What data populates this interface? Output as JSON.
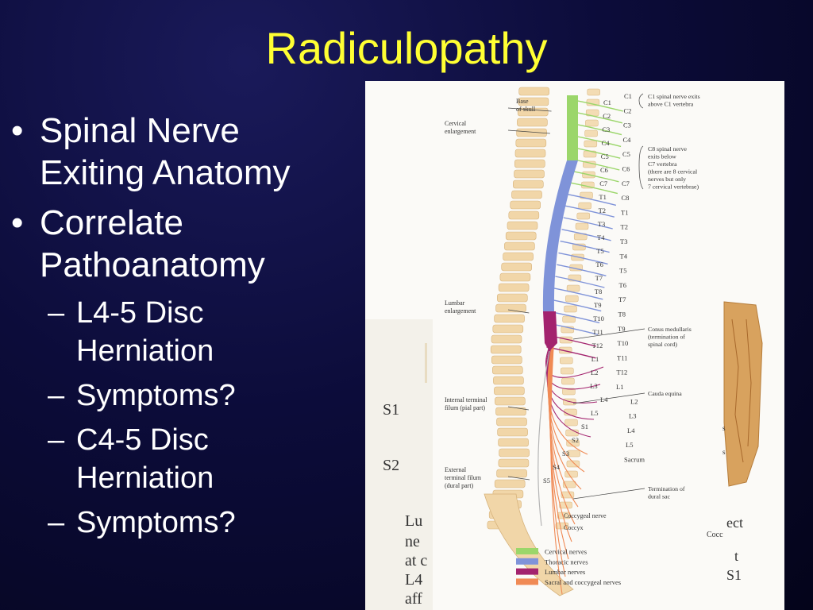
{
  "slide": {
    "title": "Radiculopathy",
    "bullets": [
      {
        "text": "Spinal Nerve Exiting Anatomy",
        "lines": [
          "Spinal Nerve",
          "Exiting Anatomy"
        ]
      },
      {
        "text": "Correlate Pathoanatomy",
        "lines": [
          "Correlate",
          "Pathoanatomy"
        ],
        "sub": [
          {
            "lines": [
              "L4-5 Disc",
              "Herniation"
            ]
          },
          {
            "lines": [
              "Symptoms?"
            ]
          },
          {
            "lines": [
              "C4-5 Disc",
              "Herniation"
            ]
          },
          {
            "lines": [
              "Symptoms?"
            ]
          }
        ]
      }
    ]
  },
  "figure": {
    "left_labels": [
      {
        "key": "base",
        "lines": [
          "Base",
          "of skull"
        ]
      },
      {
        "key": "cervical",
        "lines": [
          "Cervical",
          "enlargement"
        ]
      },
      {
        "key": "lumbar",
        "lines": [
          "Lumbar",
          "enlargement"
        ]
      },
      {
        "key": "internal",
        "lines": [
          "Internal terminal",
          "filum (pial part)"
        ]
      },
      {
        "key": "external",
        "lines": [
          "External",
          "terminal filum",
          "(dural part)"
        ]
      }
    ],
    "right_labels": [
      {
        "key": "c1note",
        "lines": [
          "C1 spinal nerve exits",
          "above C1 vertebra"
        ]
      },
      {
        "key": "c8note",
        "lines": [
          "C8 spinal nerve",
          "exits below",
          "C7 vertebra",
          "(there are 8 cervical",
          "nerves but only",
          "7 cervical vertebrae)"
        ]
      },
      {
        "key": "conus",
        "lines": [
          "Conus medullaris",
          "(termination of",
          "spinal cord)"
        ]
      },
      {
        "key": "cauda",
        "lines": [
          "Cauda equina"
        ]
      },
      {
        "key": "termination",
        "lines": [
          "Termination of",
          "dural sac"
        ]
      }
    ],
    "inner_levels": [
      "C1",
      "C2",
      "C3",
      "C4",
      "C5",
      "C6",
      "C7",
      "T1",
      "T2",
      "T3",
      "T4",
      "T5",
      "T6",
      "T7",
      "T8",
      "T9",
      "T10",
      "T11",
      "T12",
      "L1",
      "L2",
      "L3",
      "L4",
      "L5",
      "S1",
      "S2",
      "S3",
      "S4",
      "S5"
    ],
    "outer_levels": [
      "C1",
      "C2",
      "C3",
      "C4",
      "C5",
      "C6",
      "C7",
      "C8",
      "T1",
      "T2",
      "T3",
      "T4",
      "T5",
      "T6",
      "T7",
      "T8",
      "T9",
      "T10",
      "T11",
      "T12",
      "L1",
      "L2",
      "L3",
      "L4",
      "L5",
      "Sacrum"
    ],
    "bottom_labels": [
      "Coccygeal nerve",
      "Coccyx"
    ],
    "legend": [
      {
        "label": "Cervical nerves",
        "color": "#9bd66a"
      },
      {
        "label": "Thoracic nerves",
        "color": "#7f93d9"
      },
      {
        "label": "Lumbar nerves",
        "color": "#a3236e"
      },
      {
        "label": "Sacral and coccygeal nerves",
        "color": "#f08a55"
      }
    ],
    "background_fragments": {
      "left": [
        "S1",
        "S2",
        "Lu",
        "ne",
        "at c",
        "L4",
        "aff"
      ],
      "right": [
        "s",
        "s",
        "ect",
        "Cocc",
        "t",
        "S1"
      ]
    }
  }
}
